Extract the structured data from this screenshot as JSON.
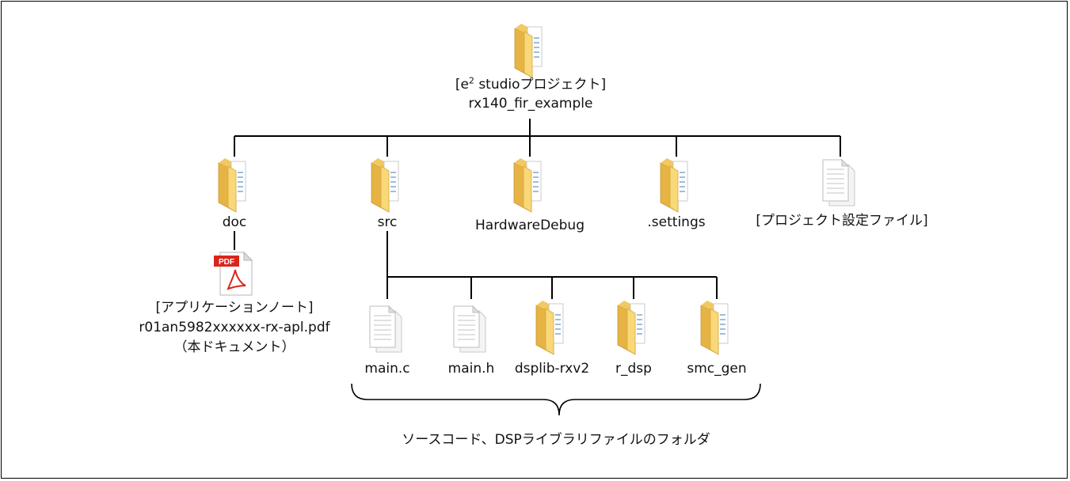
{
  "root": {
    "line1_prefix": "[e",
    "line1_sup": "2",
    "line1_rest": " studioプロジェクト]",
    "line2": "rx140_fir_example"
  },
  "children": {
    "doc": "doc",
    "src": "src",
    "hardware_debug": "HardwareDebug",
    "settings": ".settings",
    "project_settings": "[プロジェクト設定ファイル]"
  },
  "doc_file": {
    "badge": "PDF",
    "line1": "[アプリケーションノート]",
    "line2": "r01an5982xxxxxx-rx-apl.pdf",
    "line3": "（本ドキュメント）"
  },
  "src_children": {
    "main_c": "main.c",
    "main_h": "main.h",
    "dsplib": "dsplib-rxv2",
    "r_dsp": "r_dsp",
    "smc_gen": "smc_gen"
  },
  "brace_caption": "ソースコード、DSPライブラリファイルのフォルダ",
  "icons": {
    "folder": "folder-icon",
    "file": "document-icon",
    "pdf": "pdf-icon"
  },
  "colors": {
    "folder_back": "#E8B84A",
    "folder_front": "#F7D679",
    "pdf_red": "#D9261C"
  }
}
